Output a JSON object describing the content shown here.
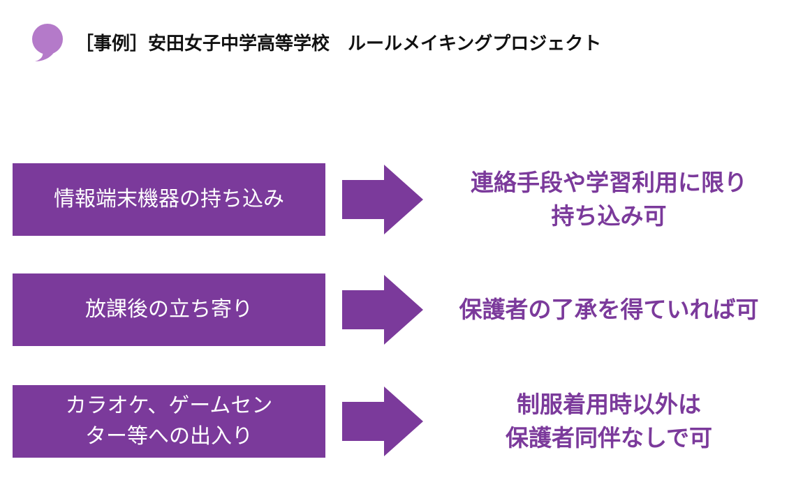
{
  "header": {
    "title": "［事例］安田女子中学高等学校　ルールメイキングプロジェクト",
    "icon": "speech-bubble-icon"
  },
  "colors": {
    "accent": "#7b3a9b",
    "icon": "#b47ac9",
    "box_text": "#ffffff",
    "title_text": "#111111"
  },
  "rules": [
    {
      "item_lines": [
        "情報端末機器の持ち込み"
      ],
      "result_lines": [
        "連絡手段や学習利用に限り",
        "持ち込み可"
      ]
    },
    {
      "item_lines": [
        "放課後の立ち寄り"
      ],
      "result_lines": [
        "保護者の了承を得ていれば可"
      ]
    },
    {
      "item_lines": [
        "カラオケ、ゲームセン",
        "ター等への出入り"
      ],
      "result_lines": [
        "制服着用時以外は",
        "保護者同伴なしで可"
      ]
    }
  ]
}
